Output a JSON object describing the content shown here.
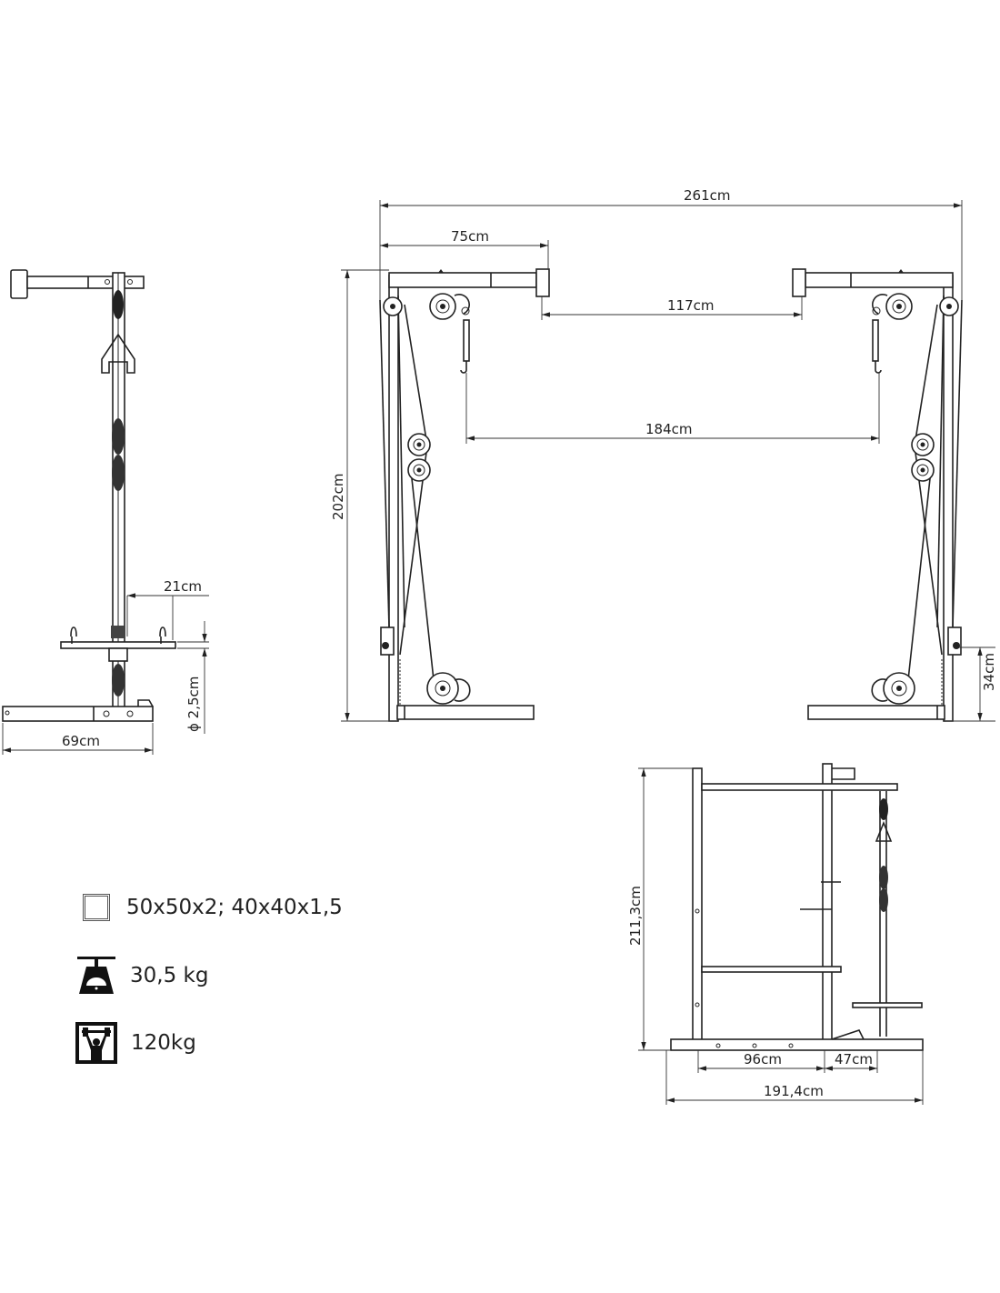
{
  "side_view": {
    "dim_bar_offset": "21cm",
    "dim_diameter": "ϕ 2,5cm",
    "dim_depth": "69cm"
  },
  "front_view": {
    "dim_total_width": "261cm",
    "dim_arm_length": "75cm",
    "dim_height": "202cm",
    "dim_arm_gap": "117cm",
    "dim_handle_gap": "184cm",
    "dim_low_pulley": "34cm"
  },
  "rack_view": {
    "dim_height": "211,3cm",
    "dim_rack_depth": "96cm",
    "dim_tower_depth": "47cm",
    "dim_total_length": "191,4cm"
  },
  "legend": [
    {
      "icon": "tube-profile-icon",
      "text": "50x50x2; 40x40x1,5"
    },
    {
      "icon": "scale-weight-icon",
      "text": "30,5 kg"
    },
    {
      "icon": "max-load-lifter-icon",
      "text": "120kg"
    }
  ]
}
